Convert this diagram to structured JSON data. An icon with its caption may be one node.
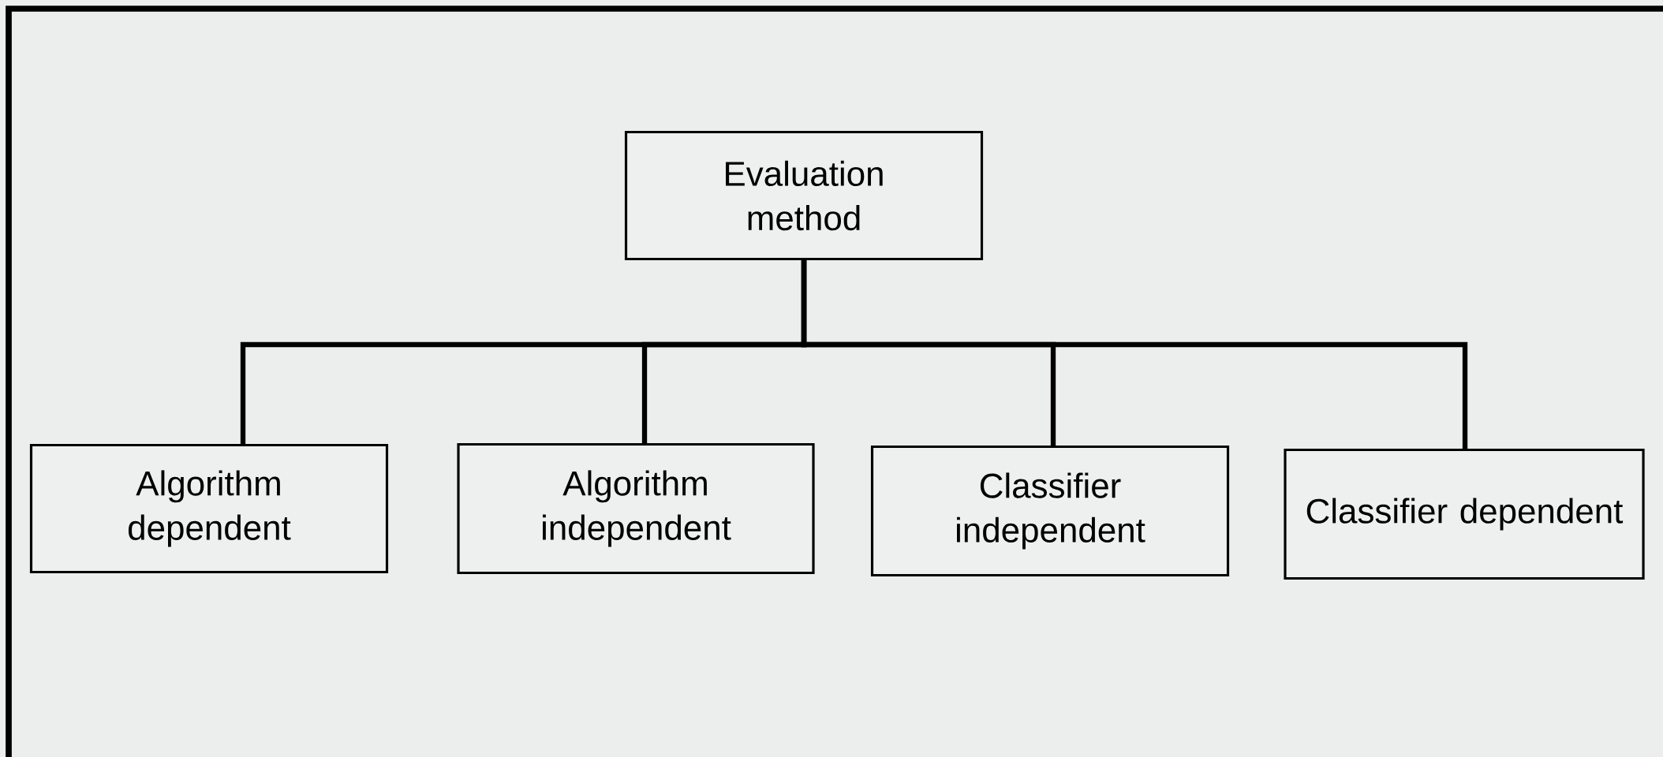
{
  "diagram": {
    "nodes": [
      {
        "text": [
          "Evaluation method"
        ]
      },
      {
        "text": [
          "Algorithm dependent"
        ]
      },
      {
        "text": [
          "Algorithm independent"
        ]
      },
      {
        "text": [
          "Classifier independent"
        ]
      },
      {
        "text": [
          "Classifier dependent"
        ]
      }
    ],
    "edges": [
      {
        "from": 0,
        "to": 1,
        "arrow": "none"
      },
      {
        "from": 0,
        "to": 2,
        "arrow": "none"
      },
      {
        "from": 0,
        "to": 3,
        "arrow": "none"
      },
      {
        "from": 0,
        "to": 4,
        "arrow": "none"
      }
    ]
  }
}
